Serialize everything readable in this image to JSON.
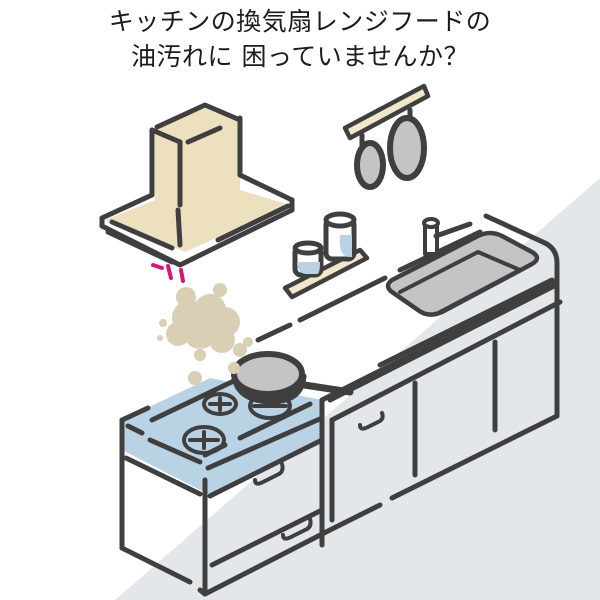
{
  "caption": {
    "line1": "キッチンの換気扇レンジフードの",
    "line2": "油汚れに 困っていませんか？"
  },
  "illustration": {
    "subject": "system kitchen with range hood, stove, pan with smoke, sink, hanging pans, spice shelf",
    "colors": {
      "outline": "#3f3f3f",
      "hood_fill": "#ece0bf",
      "stove_top": "#b9d3e4",
      "sink_basin": "#c4c4c6",
      "pan_fill": "#c4c4c6",
      "smoke": "#d8cfb4",
      "alert_marks": "#d6157a",
      "background_floor": "#e3e7ea"
    }
  }
}
